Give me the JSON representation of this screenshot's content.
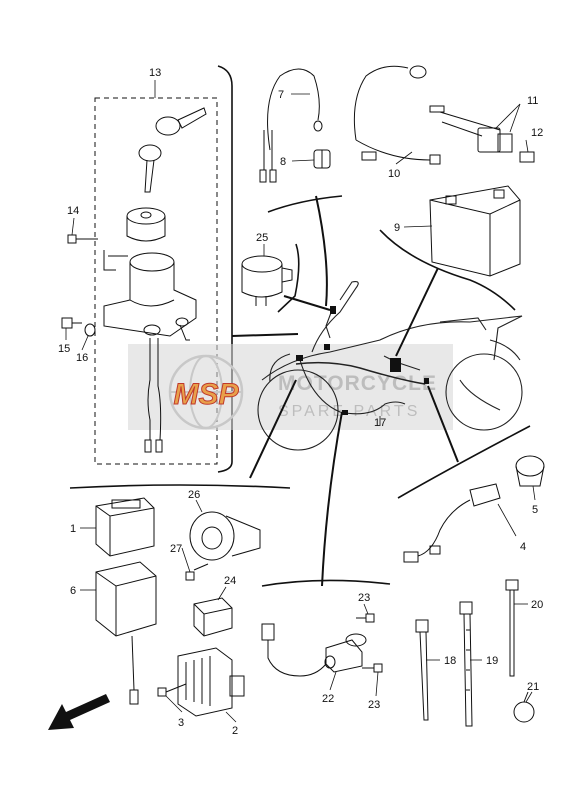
{
  "diagram": {
    "callouts": [
      "13",
      "14",
      "15",
      "16",
      "7",
      "8",
      "11",
      "12",
      "10",
      "9",
      "25",
      "17",
      "1",
      "26",
      "27",
      "6",
      "24",
      "3",
      "2",
      "23",
      "22",
      "23",
      "18",
      "19",
      "20",
      "21",
      "5",
      "4"
    ],
    "watermark": {
      "logo": "MSP",
      "line1": "MOTORCYCLE",
      "line2": "SPARE PARTS"
    },
    "colors": {
      "ink": "#111111",
      "watermark_red": "#d9534f",
      "watermark_gray": "#b5b5b5"
    }
  }
}
